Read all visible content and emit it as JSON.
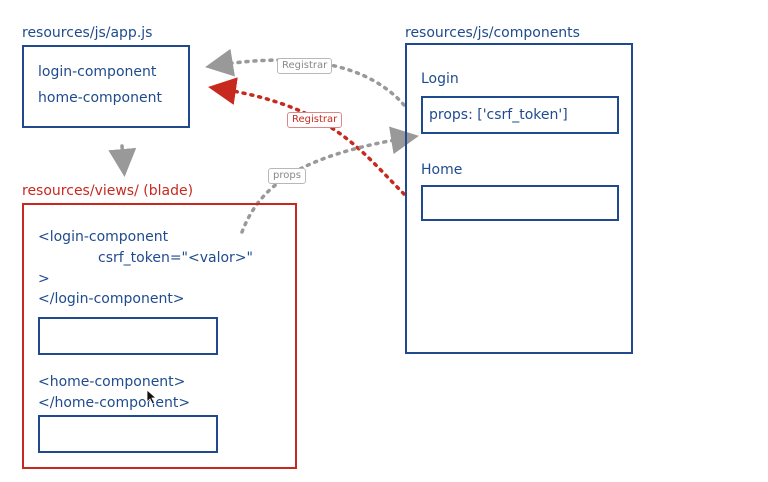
{
  "colors": {
    "blue": "#1f4b8e",
    "red": "#c8291f",
    "gray": "#999999"
  },
  "app": {
    "title": "resources/js/app.js",
    "items": [
      "login-component",
      "home-component"
    ]
  },
  "components": {
    "title": "resources/js/components",
    "login_label": "Login",
    "login_props": "props: ['csrf_token']",
    "home_label": "Home"
  },
  "views": {
    "title": "resources/views/ (blade)",
    "login_open": "<login-component",
    "login_attr": "csrf_token=\"<valor>\"",
    "login_gt": ">",
    "login_close": "</login-component>",
    "home_open": "<home-component>",
    "home_close": "</home-component>"
  },
  "arrows": {
    "registrar_gray": "Registrar",
    "registrar_red": "Registrar",
    "props": "props"
  },
  "cursor_icon": "mouse-pointer-icon"
}
